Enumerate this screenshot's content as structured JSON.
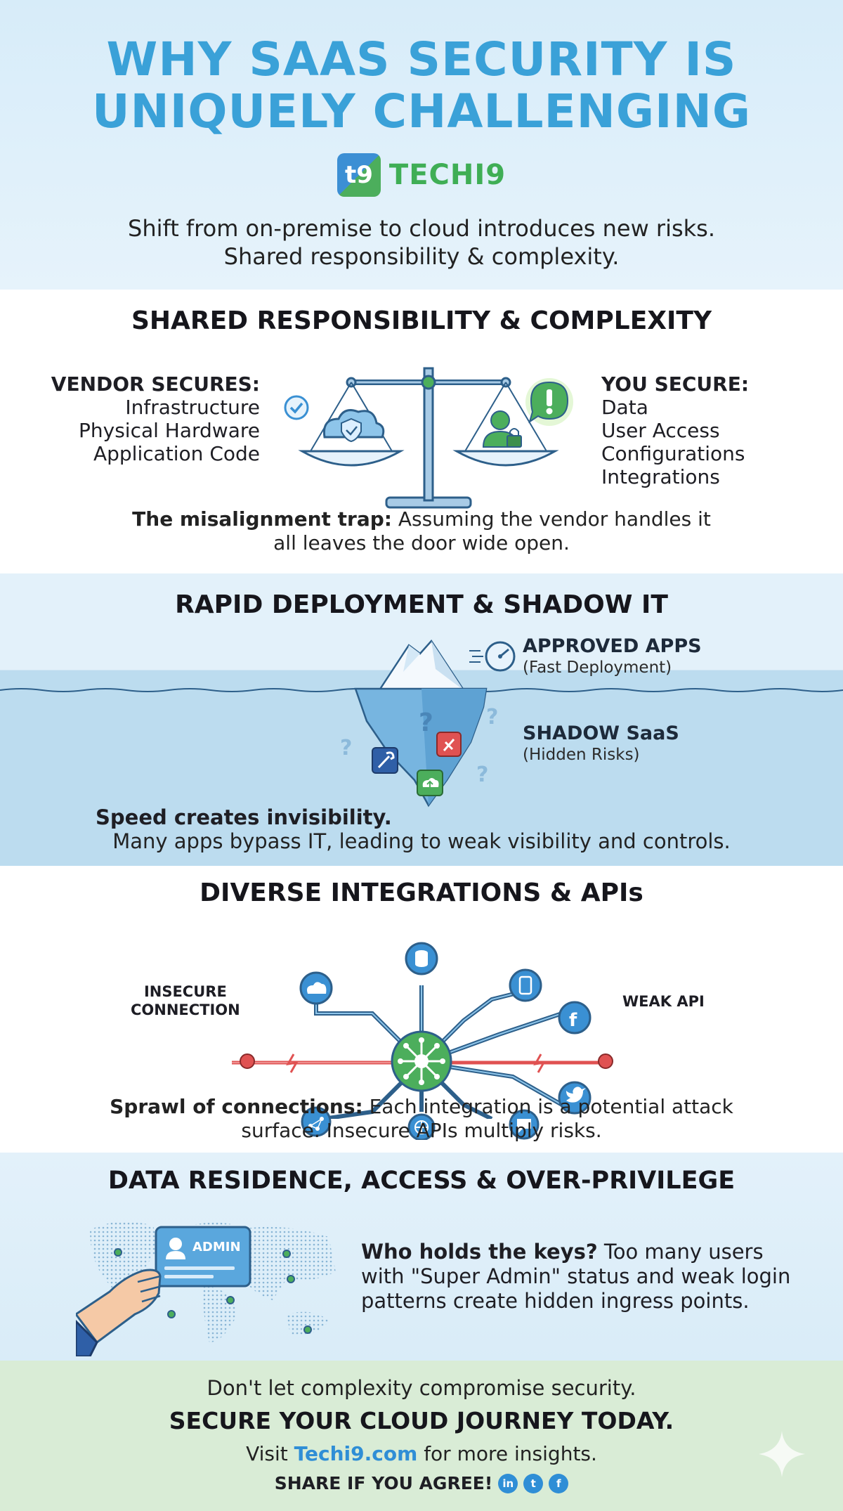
{
  "header": {
    "title_line1": "WHY SAAS SECURITY IS",
    "title_line2": "UNIQUELY CHALLENGING",
    "brand_logo": "t9",
    "brand_name": "TECHI9",
    "intro_line1": "Shift from on-premise to cloud introduces new risks.",
    "intro_line2": "Shared responsibility & complexity."
  },
  "shared": {
    "title": "SHARED RESPONSIBILITY & COMPLEXITY",
    "vendor_head": "VENDOR SECURES:",
    "vendor_items": [
      "Infrastructure",
      "Physical Hardware",
      "Application Code"
    ],
    "you_head": "YOU SECURE:",
    "you_items": [
      "Data",
      "User Access",
      "Configurations",
      "Integrations"
    ],
    "note_bold": "The misalignment trap:",
    "note_text_1": " Assuming the vendor handles it",
    "note_text_2": "all leaves the door wide open.",
    "icons": [
      "balance-scale-icon",
      "cloud-shield-icon",
      "user-lock-icon",
      "alert-bubble-icon",
      "checkmark-icon"
    ]
  },
  "shadow": {
    "title": "RAPID DEPLOYMENT & SHADOW IT",
    "approved_main": "APPROVED APPS",
    "approved_sub": "(Fast Deployment)",
    "shadow_main": "SHADOW SaaS",
    "shadow_sub": "(Hidden Risks)",
    "speed_head": "Speed creates invisibility.",
    "speed_text": "Many apps bypass IT, leading to weak visibility and controls.",
    "icons": [
      "iceberg-icon",
      "speedometer-icon",
      "wrench-app-icon",
      "broken-app-icon",
      "cloud-upload-app-icon"
    ]
  },
  "api": {
    "title": "DIVERSE INTEGRATIONS & APIs",
    "left_label_1": "INSECURE",
    "left_label_2": "CONNECTION",
    "right_label": "WEAK API",
    "note_bold": "Sprawl of connections:",
    "note_text_1": " Each integration is a potential attack",
    "note_text_2": "surface. Insecure APIs multiply risks.",
    "icons": [
      "hub-icon",
      "cloud-icon",
      "database-icon",
      "mobile-icon",
      "facebook-icon",
      "twitter-icon",
      "chat-icon",
      "globe-icon",
      "network-icon"
    ]
  },
  "data_access": {
    "title": "DATA RESIDENCE, ACCESS & OVER-PRIVILEGE",
    "card_label": "ADMIN",
    "keys_bold": "Who holds the keys?",
    "keys_text_1": " Too many users",
    "keys_text_2": "with \"Super Admin\" status and weak login",
    "keys_text_3": "patterns create hidden ingress points.",
    "icons": [
      "world-map-icon",
      "hand-holding-card-icon"
    ]
  },
  "footer": {
    "line1": "Don't let complexity compromise security.",
    "line2": "SECURE YOUR CLOUD JOURNEY TODAY.",
    "visit_pre": "Visit ",
    "visit_site": "Techi9.com",
    "visit_post": " for more insights.",
    "share": "SHARE IF YOU AGREE!",
    "social_icons": [
      "linkedin-icon",
      "twitter-icon",
      "facebook-icon"
    ]
  },
  "colors": {
    "title_blue": "#3aa1d8",
    "brand_green": "#3fae55",
    "link_blue": "#2f8ed6",
    "alert_red": "#e05252",
    "footer_green": "#d9ecd6"
  }
}
